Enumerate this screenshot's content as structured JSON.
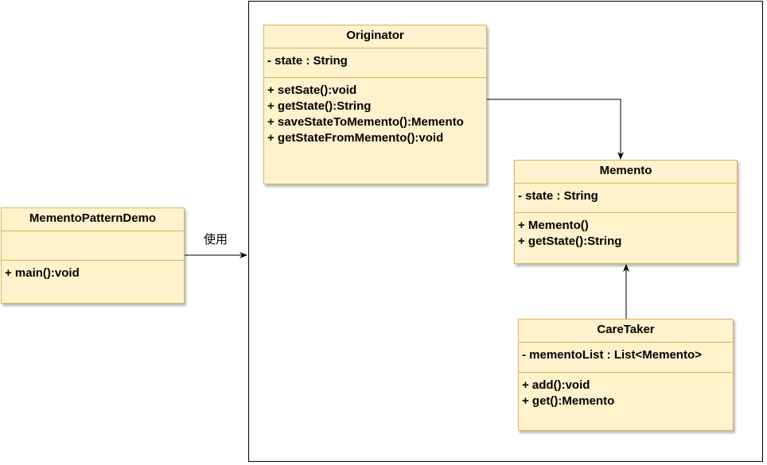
{
  "classes": {
    "originator": {
      "name": "Originator",
      "attributes": [
        "- state : String"
      ],
      "methods": [
        "+ setSate():void",
        "+ getState():String",
        "+ saveStateToMemento():Memento",
        "+ getStateFromMemento():void"
      ]
    },
    "memento": {
      "name": "Memento",
      "attributes": [
        "- state : String"
      ],
      "methods": [
        "+ Memento()",
        "+ getState():String"
      ]
    },
    "caretaker": {
      "name": "CareTaker",
      "attributes": [
        "- mementoList : List<Memento>"
      ],
      "methods": [
        "+ add():void",
        "+ get():Memento"
      ]
    },
    "demo": {
      "name": "MementoPatternDemo",
      "attributes": [],
      "methods": [
        "+ main():void"
      ]
    }
  },
  "edges": {
    "demo_to_frame_label": "使用"
  },
  "colors": {
    "class_fill": "#fff2cc",
    "class_stroke": "#d6b656",
    "line": "#000000"
  }
}
